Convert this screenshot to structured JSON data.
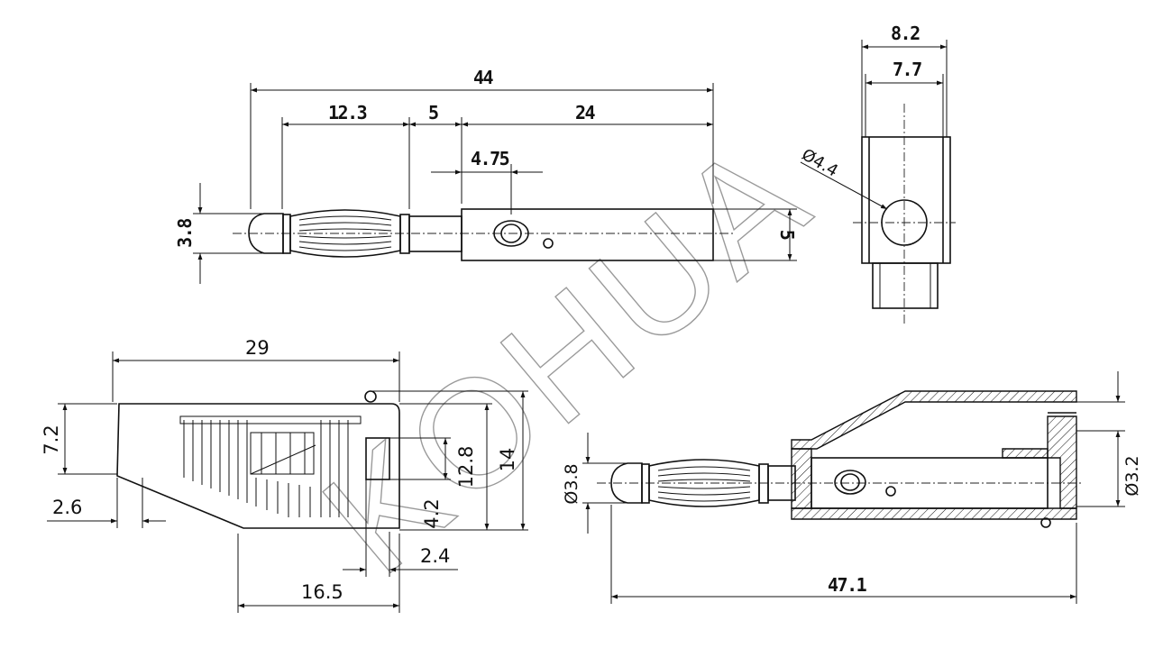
{
  "watermark": "KOHUA",
  "dimensions": {
    "top_overall": "44",
    "top_seg1": "12.3",
    "top_seg2": "5",
    "top_seg3": "24",
    "top_hole_offset": "4.75",
    "top_left_height": "3.8",
    "top_right_height": "5",
    "end_outer": "8.2",
    "end_inner": "7.7",
    "end_hole": "Ø4.4",
    "side_length": "29",
    "side_height_left": "7.2",
    "side_offset": "2.6",
    "side_inner_height": "12.8",
    "side_overall_height": "14",
    "side_slot": "4.2",
    "side_slot_width": "2.4",
    "side_bottom": "16.5",
    "sect_pin_dia": "Ø3.8",
    "sect_socket_dia": "Ø3.2",
    "sect_overall": "47.1"
  }
}
